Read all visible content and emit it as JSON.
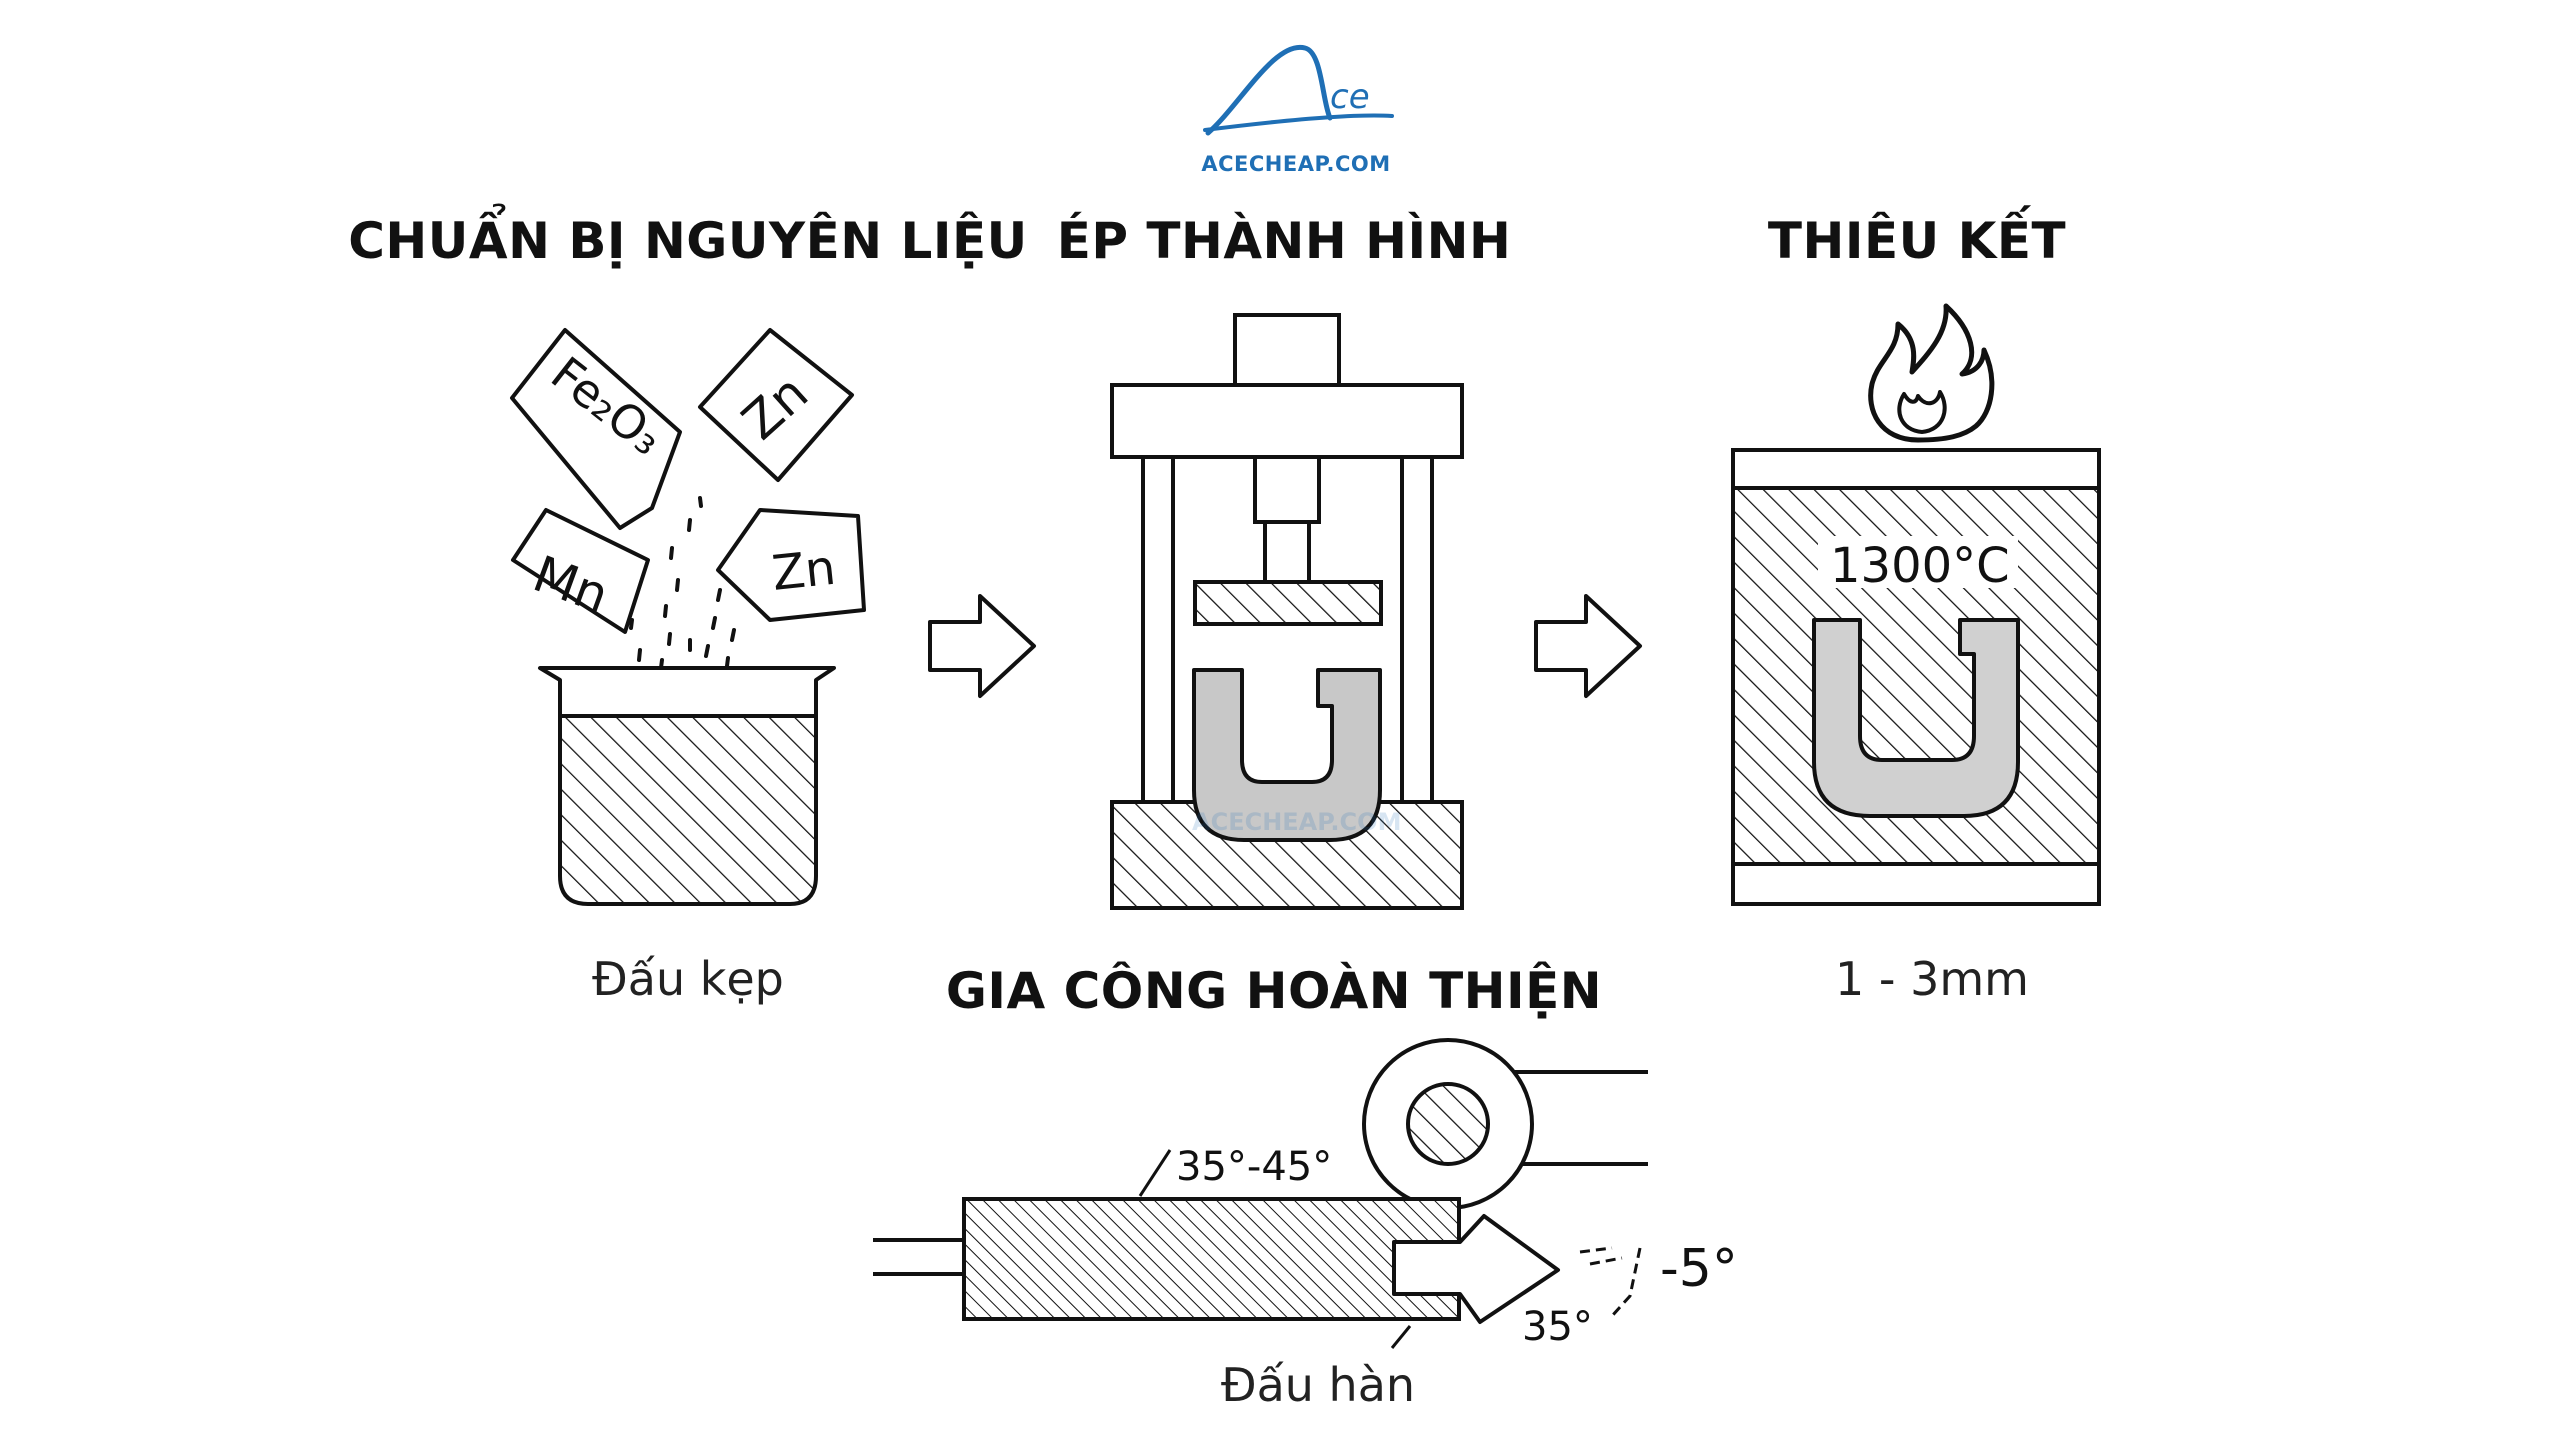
{
  "logo": {
    "mark": "ce",
    "site": "ACECHEAP.COM",
    "watermark": "ACECHEAP.COM",
    "brand_color": "#1f6fb5"
  },
  "steps": [
    {
      "title": "CHUẨN BỊ NGUYÊN LIỆU",
      "caption": "Đấu kẹp"
    },
    {
      "title": "ÉP THÀNH HÌNH"
    },
    {
      "title": "THIÊU KẾT",
      "caption": "1 - 3mm",
      "temperature": "1300°C"
    },
    {
      "title": "GIA CÔNG HOÀN THIỆN",
      "caption": "Đấu hàn"
    }
  ],
  "materials": [
    "Fe₂O₃",
    "Zn",
    "Mn",
    "Zn"
  ],
  "machining": {
    "angle_range": "35°-45°",
    "angle_a": "35°",
    "angle_b": "-5°"
  },
  "icons": [
    "flame-icon",
    "arrow-right-icon",
    "arrow-right-icon"
  ],
  "colors": {
    "line": "#111111",
    "part_fill": "#c8c8c8"
  }
}
